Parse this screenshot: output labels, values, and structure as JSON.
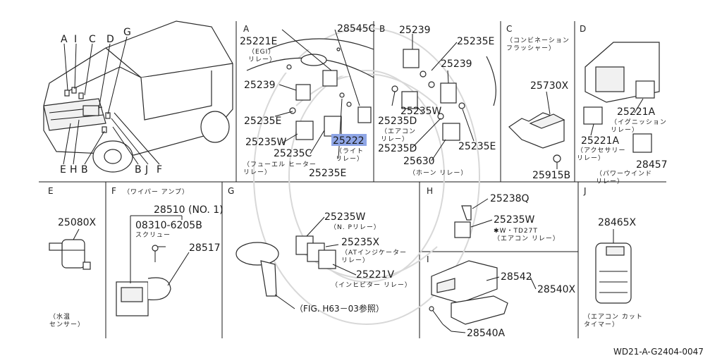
{
  "overview": {
    "callouts": [
      "A",
      "I",
      "C",
      "D",
      "G",
      "E",
      "H",
      "B",
      "B",
      "J",
      "F"
    ]
  },
  "sections": {
    "A": {
      "letter": "A",
      "parts": [
        {
          "num": "28545C"
        },
        {
          "num": "25221E",
          "note": "（EGI）\nリレー）"
        },
        {
          "num": "25239"
        },
        {
          "num": "25235E"
        },
        {
          "num": "25235W"
        },
        {
          "num": "25235C"
        },
        {
          "num": "25222",
          "note": "（ライト\nリレー）",
          "highlight": true
        },
        {
          "num": "25235E"
        }
      ],
      "caption": "（フューエル ヒーター\nリレー）"
    },
    "B": {
      "letter": "B",
      "parts": [
        {
          "num": "25239"
        },
        {
          "num": "25235E"
        },
        {
          "num": "25239"
        },
        {
          "num": "25235D",
          "note": "（エアコン\nリレー）"
        },
        {
          "num": "25235W"
        },
        {
          "num": "25235D"
        },
        {
          "num": "25630"
        },
        {
          "num": "25235E"
        }
      ],
      "caption": "（ホーン リレー）"
    },
    "C": {
      "letter": "C",
      "title": "（コンビネーション\nフラッシャー）",
      "parts": [
        {
          "num": "25730X"
        },
        {
          "num": "25915B"
        }
      ]
    },
    "D": {
      "letter": "D",
      "parts": [
        {
          "num": "25221A",
          "note": "（イグニッション\nリレー）"
        },
        {
          "num": "25221A",
          "note": "（アクセサリー\nリレー）"
        },
        {
          "num": "28457",
          "note": "（パワーウインド\nリレー）"
        }
      ]
    },
    "E": {
      "letter": "E",
      "parts": [
        {
          "num": "25080X"
        }
      ],
      "caption": "（水温\nセンサー）"
    },
    "F": {
      "letter": "F",
      "title": "（ワイパー アンプ）",
      "parts": [
        {
          "num": "28510 (NO. 1)"
        },
        {
          "num": "08310-6205B",
          "note": "スクリュー"
        },
        {
          "num": "28517"
        }
      ]
    },
    "G": {
      "letter": "G",
      "parts": [
        {
          "num": "25235W",
          "note": "（N. Pリレー）"
        },
        {
          "num": "25235X",
          "note": "（ATインジケーター\nリレー）"
        },
        {
          "num": "25221V",
          "note": "（インヒビター リレー）"
        }
      ],
      "ref": "（FIG. H63－03参照）"
    },
    "H": {
      "letter": "H",
      "parts": [
        {
          "num": "25238Q"
        },
        {
          "num": "25235W",
          "note": "✱W・TD27T\n（エアコン リレー）"
        }
      ]
    },
    "I": {
      "letter": "I",
      "parts": [
        {
          "num": "28542"
        },
        {
          "num": "28540X"
        },
        {
          "num": "28540A"
        }
      ]
    },
    "J": {
      "letter": "J",
      "parts": [
        {
          "num": "28465X"
        }
      ],
      "caption": "（エアコン カット\nタイマー）"
    }
  },
  "footer": {
    "code": "WD21-A-G2404-0047"
  },
  "colors": {
    "line": "#1a1a1a",
    "highlight": "#8fa6e6",
    "background": "#ffffff"
  }
}
